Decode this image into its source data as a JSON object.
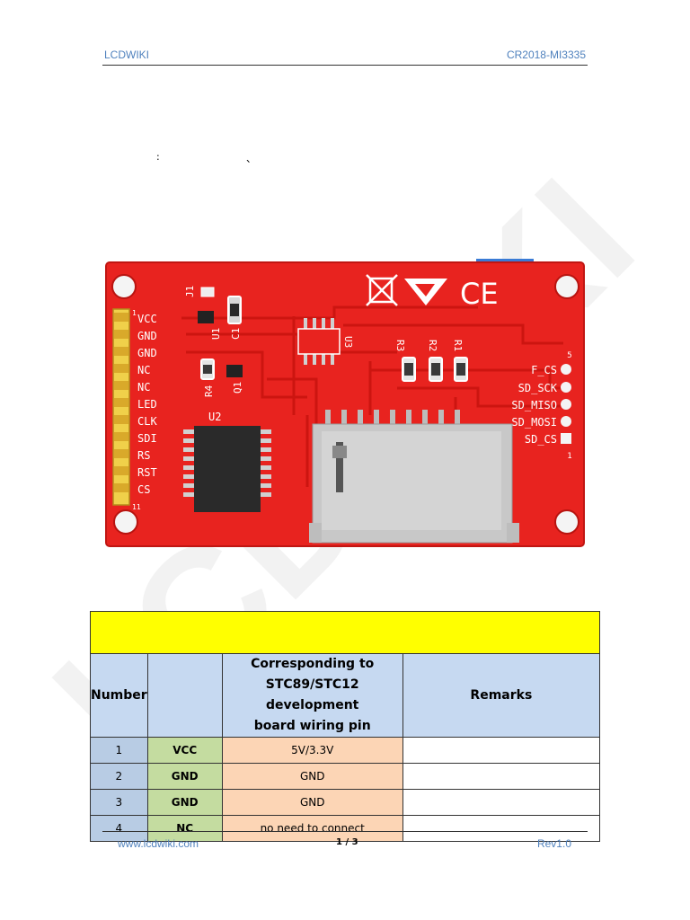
{
  "header": {
    "left": "LCDWIKI",
    "right": "CR2018-MI3335"
  },
  "watermark": "LCDWIKI",
  "fragments": {
    "colon": ":",
    "tick": "、"
  },
  "pcb": {
    "left_pins": [
      "VCC",
      "GND",
      "GND",
      "NC",
      "NC",
      "LED",
      "CLK",
      "SDI",
      "RS",
      "RST",
      "CS"
    ],
    "left_pin_numbers": {
      "top": "1",
      "bottom": "11"
    },
    "right_pins": [
      "F_CS",
      "SD_SCK",
      "SD_MISO",
      "SD_MOSI",
      "SD_CS"
    ],
    "right_pin_numbers": {
      "top": "5",
      "bottom": "1"
    },
    "labels": {
      "j1": "J1",
      "u1": "U1",
      "c1": "C1",
      "u2": "U2",
      "u3": "U3",
      "r1": "R1",
      "r2": "R2",
      "r3": "R3",
      "r4": "R4",
      "q1": "Q1",
      "ce": "CE"
    },
    "colors": {
      "board": "#e8231f",
      "pin": "#e9c23a",
      "sd": "#c8c8c8",
      "chip": "#2a2a2a",
      "silk": "#ffffff"
    }
  },
  "table": {
    "headers": {
      "number": "Number",
      "name": "",
      "wiring": [
        "Corresponding to",
        "STC89/STC12 development",
        "board wiring pin"
      ],
      "remarks": "Remarks"
    },
    "rows": [
      {
        "number": "1",
        "name": "VCC",
        "wiring": "5V/3.3V",
        "remarks": ""
      },
      {
        "number": "2",
        "name": "GND",
        "wiring": "GND",
        "remarks": ""
      },
      {
        "number": "3",
        "name": "GND",
        "wiring": "GND",
        "remarks": ""
      },
      {
        "number": "4",
        "name": "NC",
        "wiring": "no need to connect",
        "remarks": ""
      }
    ]
  },
  "footer": {
    "url": "www.lcdwiki.com",
    "page": "1 / 3",
    "rev": "Rev1.0"
  }
}
